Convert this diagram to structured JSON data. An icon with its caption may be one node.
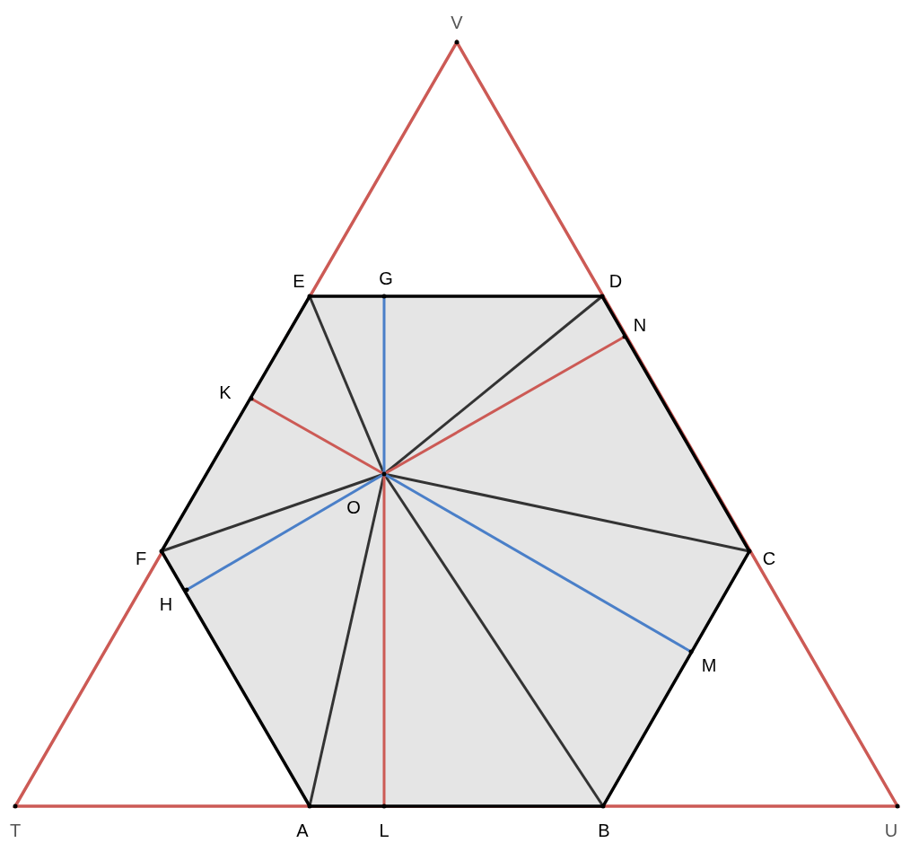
{
  "diagram": {
    "labels": [
      "V",
      "E",
      "G",
      "D",
      "N",
      "K",
      "O",
      "F",
      "C",
      "H",
      "M",
      "T",
      "A",
      "L",
      "B",
      "U"
    ]
  }
}
